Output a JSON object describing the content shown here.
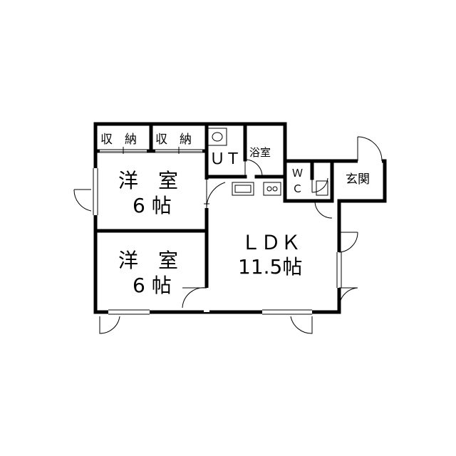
{
  "rooms": {
    "storage_left": "収　納",
    "storage_right": "収　納",
    "ut": "ＵＴ",
    "bath": "浴室",
    "wc_top": "Ｗ",
    "wc_bottom": "Ｃ",
    "entrance": "玄関",
    "west_room_1_line1": "洋　室",
    "west_room_1_line2": "6 帖",
    "west_room_2_line1": "洋　室",
    "west_room_2_line2": "6 帖",
    "ldk_line1": "ＬＤＫ",
    "ldk_line2": "11.5帖"
  }
}
